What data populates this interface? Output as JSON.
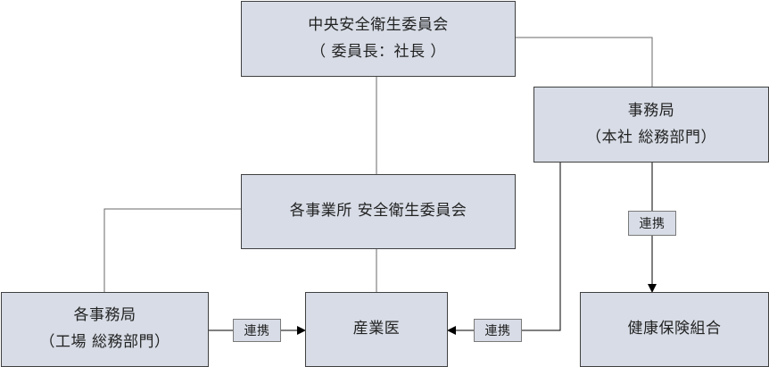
{
  "nodes": {
    "central": {
      "line1": "中央安全衛生委員会",
      "line2": "（ 委員長：社長 ）"
    },
    "secretariat": {
      "line1": "事務局",
      "line2": "（本社 総務部門）"
    },
    "site_committee": {
      "line1": "各事業所 安全衛生委員会"
    },
    "site_secretariat": {
      "line1": "各事務局",
      "line2": "（工場 総務部門）"
    },
    "physician": {
      "line1": "産業医"
    },
    "health_insurance": {
      "line1": "健康保険組合"
    }
  },
  "links": {
    "coop_left": "連携",
    "coop_mid": "連携",
    "coop_right": "連携"
  },
  "colors": {
    "box_fill": "#d7dce6",
    "line": "#404040",
    "arrow": "#000000"
  }
}
